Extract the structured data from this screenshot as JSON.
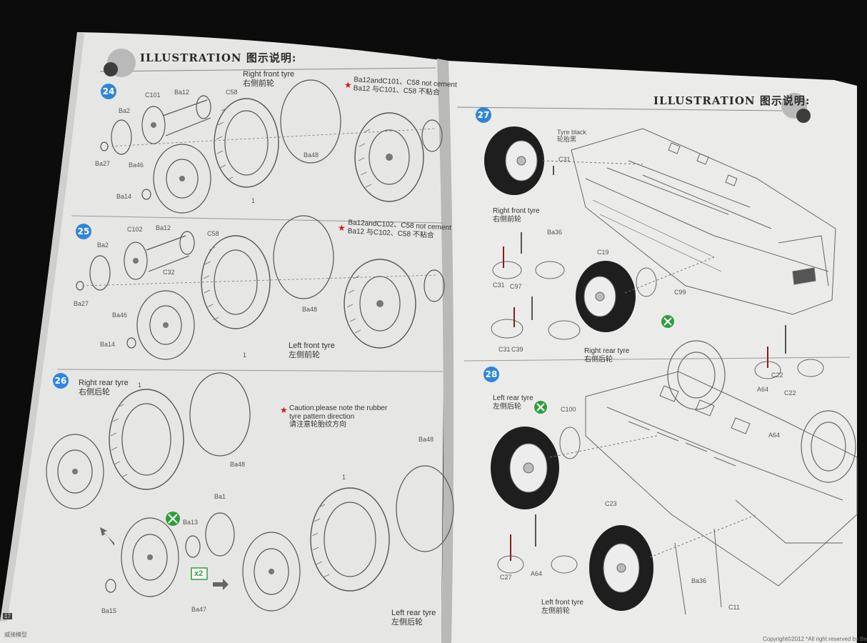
{
  "left_page": {
    "header": "ILLUSTRATION 图示说明:",
    "steps": [
      {
        "number": "24",
        "tyre_label": "Right front tyre\n右侧前轮",
        "note": "Ba12andC101、C58 not cement\nBa12 与C101、C58 不粘合",
        "part_labels": {
          "c101": "C101",
          "ba12": "Ba12",
          "c58": "C58",
          "ba2": "Ba2",
          "ba27": "Ba27",
          "ba46": "Ba46",
          "ba14": "Ba14",
          "ba48": "Ba48",
          "one": "1"
        }
      },
      {
        "number": "25",
        "tyre_label": "Left front tyre\n左侧前轮",
        "note": "Ba12andC102、C58 not cement\nBa12 与C102、C58 不粘合",
        "part_labels": {
          "c102": "C102",
          "ba12": "Ba12",
          "c58": "C58",
          "ba2": "Ba2",
          "c32": "C32",
          "ba27": "Ba27",
          "ba46": "Ba46",
          "ba14": "Ba14",
          "ba48": "Ba48",
          "one": "1"
        }
      },
      {
        "number": "26",
        "tyre_label_right": "Right rear tyre\n右侧后轮",
        "tyre_label_left": "Left rear tyre\n左侧后轮",
        "note": "Caution:please note the rubber\ntyre pattern direction\n请注意轮胎纹方向",
        "multiplier": "x2",
        "part_labels": {
          "ba48a": "Ba48",
          "ba48b": "Ba48",
          "ba1": "Ba1",
          "ba13": "Ba13",
          "ba15": "Ba15",
          "ba47": "Ba47",
          "one_a": "1",
          "one_b": "1"
        }
      }
    ],
    "page_number": "17",
    "footer_brand": "威骑模型"
  },
  "right_page": {
    "header": "ILLUSTRATION 图示说明:",
    "steps": [
      {
        "number": "27",
        "tyre_label_top": "Right front tyre\n右侧前轮",
        "tyre_label_bottom": "Right rear tyre\n右侧后轮",
        "paint_note": "Tyre black\n轮胎黑",
        "part_labels": {
          "c31a": "C31",
          "ba36": "Ba36",
          "c19": "C19",
          "c31b": "C31",
          "c97": "C97",
          "c99": "C99",
          "c31c": "C31",
          "c39": "C39"
        }
      },
      {
        "number": "28",
        "tyre_label_top": "Left rear tyre\n左侧后轮",
        "tyre_label_bottom": "Left front tyre\n左侧前轮",
        "part_labels": {
          "c100": "C100",
          "a64a": "A64",
          "c22": "C22",
          "c22b": "C22",
          "a64b": "A64",
          "c23": "C23",
          "c27": "C27",
          "a64c": "A64",
          "ba36": "Ba36",
          "c11": "C11"
        }
      }
    ],
    "footer_copyright": "Copyright©2012 *All right reserved by Be"
  },
  "colors": {
    "background": "#0c0c0c",
    "paper_left": "#e6e6e4",
    "paper_right": "#ebebea",
    "step_badge": "#2f86d9",
    "note_star": "#c81e1e",
    "cement_icon": "#2f9e3a"
  }
}
